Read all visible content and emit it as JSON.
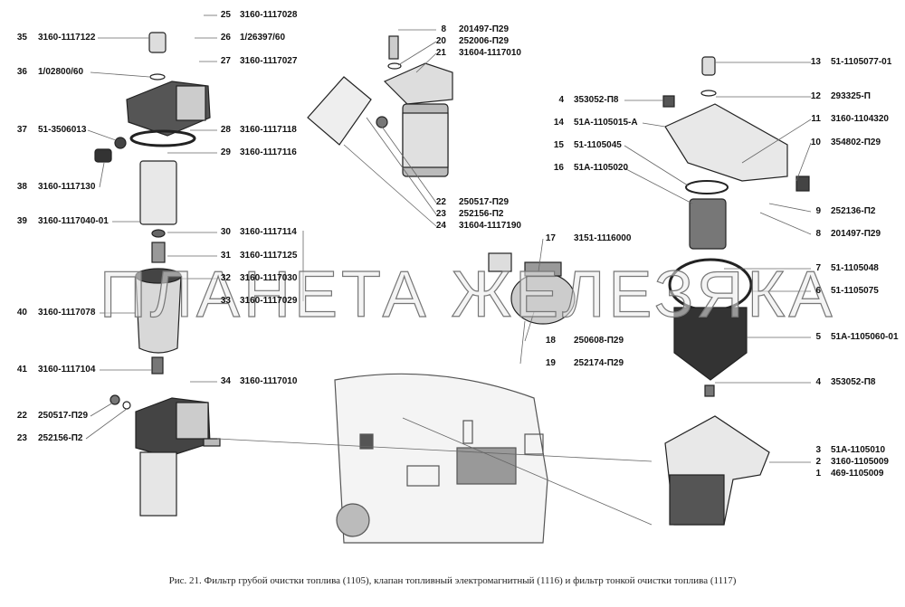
{
  "figure": {
    "caption": "Рис. 21. Фильтр грубой очистки топлива (1105), клапан топливный электромагнитный (1116) и фильтр тонкой очистки топлива (1117)",
    "watermark": "ПЛАНЕТА ЖЕЛЕЗЯКА"
  },
  "callouts": [
    {
      "num": "35",
      "part": "3160-1117122"
    },
    {
      "num": "36",
      "part": "1/02800/60"
    },
    {
      "num": "37",
      "part": "51-3506013"
    },
    {
      "num": "38",
      "part": "3160-1117130"
    },
    {
      "num": "39",
      "part": "3160-1117040-01"
    },
    {
      "num": "40",
      "part": "3160-1117078"
    },
    {
      "num": "41",
      "part": "3160-1117104"
    },
    {
      "num": "22",
      "part": "250517-П29"
    },
    {
      "num": "23",
      "part": "252156-П2"
    },
    {
      "num": "25",
      "part": "3160-1117028"
    },
    {
      "num": "26",
      "part": "1/26397/60"
    },
    {
      "num": "27",
      "part": "3160-1117027"
    },
    {
      "num": "28",
      "part": "3160-1117118"
    },
    {
      "num": "29",
      "part": "3160-1117116"
    },
    {
      "num": "30",
      "part": "3160-1117114"
    },
    {
      "num": "31",
      "part": "3160-1117125"
    },
    {
      "num": "32",
      "part": "3160-1117030"
    },
    {
      "num": "33",
      "part": "3160-1117029"
    },
    {
      "num": "34",
      "part": "3160-1117010"
    },
    {
      "num": "8",
      "part": "201497-П29"
    },
    {
      "num": "20",
      "part": "252006-П29"
    },
    {
      "num": "21",
      "part": "31604-1117010"
    },
    {
      "num": "22",
      "part": "250517-П29"
    },
    {
      "num": "23",
      "part": "252156-П2"
    },
    {
      "num": "24",
      "part": "31604-1117190"
    },
    {
      "num": "13",
      "part": "51-1105077-01"
    },
    {
      "num": "12",
      "part": "293325-П"
    },
    {
      "num": "11",
      "part": "3160-1104320"
    },
    {
      "num": "10",
      "part": "354802-П29"
    },
    {
      "num": "9",
      "part": "252136-П2"
    },
    {
      "num": "8",
      "part": "201497-П29"
    },
    {
      "num": "7",
      "part": "51-1105048"
    },
    {
      "num": "6",
      "part": "51-1105075"
    },
    {
      "num": "5",
      "part": "51А-1105060-01"
    },
    {
      "num": "4",
      "part": "353052-П8"
    },
    {
      "num": "3",
      "part": "51А-1105010"
    },
    {
      "num": "2",
      "part": "3160-1105009"
    },
    {
      "num": "1",
      "part": "469-1105009"
    },
    {
      "num": "4",
      "part": "353052-П8"
    },
    {
      "num": "14",
      "part": "51А-1105015-А"
    },
    {
      "num": "15",
      "part": "51-1105045"
    },
    {
      "num": "16",
      "part": "51А-1105020"
    },
    {
      "num": "17",
      "part": "3151-1116000"
    },
    {
      "num": "18",
      "part": "250608-П29"
    },
    {
      "num": "19",
      "part": "252174-П29"
    }
  ]
}
